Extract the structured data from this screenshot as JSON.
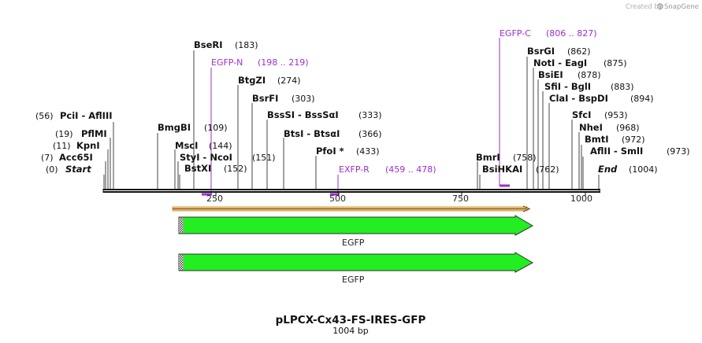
{
  "brand": {
    "created_by": "Created by",
    "logo_text": "SnapGene"
  },
  "map": {
    "name": "pLPCX-Cx43-FS-IRES-GFP",
    "length_label": "1004 bp"
  },
  "colors": {
    "primer": "#9b30c9",
    "feature": "#22ee22",
    "orf_arrow": "#f0a030",
    "text": "#111111"
  },
  "ruler": {
    "ticks": [
      "250",
      "500",
      "750",
      "1000"
    ]
  },
  "sites": [
    {
      "name": "BseRI",
      "pos": "(183)"
    },
    {
      "name": "BtgZI",
      "pos": "(274)"
    },
    {
      "name": "BsrFI",
      "pos": "(303)"
    },
    {
      "name": "BssSI  -  BssSαI",
      "pos": "(333)"
    },
    {
      "name": "BtsI  -  BtsαI",
      "pos": "(366)"
    },
    {
      "name": "PfoI *",
      "pos": "(433)"
    },
    {
      "name": "BmgBI",
      "pos": "(109)"
    },
    {
      "name": "MscI",
      "pos": "(144)"
    },
    {
      "name": "StyI  -  NcoI",
      "pos": "(151)"
    },
    {
      "name": "BstXI",
      "pos": "(152)"
    },
    {
      "name": "PciI  -  AflIII",
      "pos": "(56)"
    },
    {
      "name": "PflMI",
      "pos": "(19)"
    },
    {
      "name": "KpnI",
      "pos": "(11)"
    },
    {
      "name": "Acc65I",
      "pos": "(7)"
    },
    {
      "name": "Start",
      "pos": "(0)"
    },
    {
      "name": "BsrGI",
      "pos": "(862)"
    },
    {
      "name": "NotI  -  EagI",
      "pos": "(875)"
    },
    {
      "name": "BsiEI",
      "pos": "(878)"
    },
    {
      "name": "SfiI  -  BglI",
      "pos": "(883)"
    },
    {
      "name": "ClaI  -  BspDI",
      "pos": "(894)"
    },
    {
      "name": "SfcI",
      "pos": "(953)"
    },
    {
      "name": "NheI",
      "pos": "(968)"
    },
    {
      "name": "BmtI",
      "pos": "(972)"
    },
    {
      "name": "AflII  -  SmlI",
      "pos": "(973)"
    },
    {
      "name": "End",
      "pos": "(1004)"
    },
    {
      "name": "BmrI",
      "pos": "(758)"
    },
    {
      "name": "BsiHKAI",
      "pos": "(762)"
    }
  ],
  "primers": [
    {
      "name": "EGFP-N",
      "range": "(198 .. 219)"
    },
    {
      "name": "EGFP-C",
      "range": "(806 .. 827)"
    },
    {
      "name": "EXFP-R",
      "range": "(459 .. 478)"
    }
  ],
  "features": [
    {
      "label": "EGFP"
    },
    {
      "label": "EGFP"
    }
  ]
}
